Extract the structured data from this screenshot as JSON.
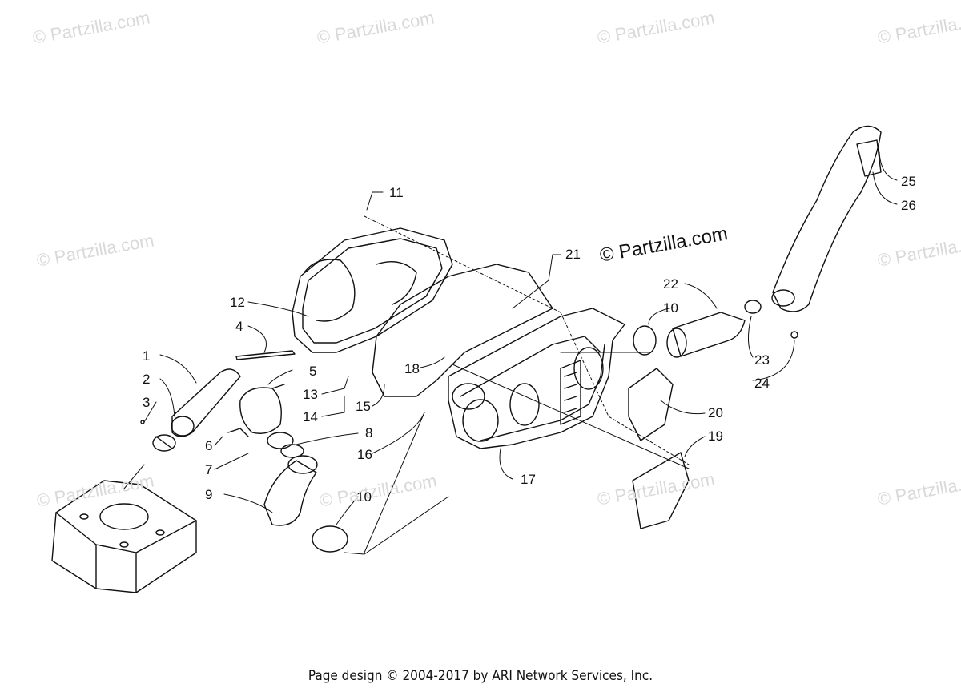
{
  "watermark": "© Partzilla.com",
  "watermark_main": "© Partzilla.com",
  "callouts": [
    "1",
    "2",
    "3",
    "4",
    "5",
    "6",
    "7",
    "8",
    "9",
    "10",
    "10",
    "10",
    "11",
    "12",
    "13",
    "14",
    "15",
    "16",
    "17",
    "18",
    "19",
    "20",
    "21",
    "22",
    "23",
    "24",
    "25",
    "26"
  ],
  "footer": "Page design © 2004-2017 by ARI Network Services, Inc."
}
